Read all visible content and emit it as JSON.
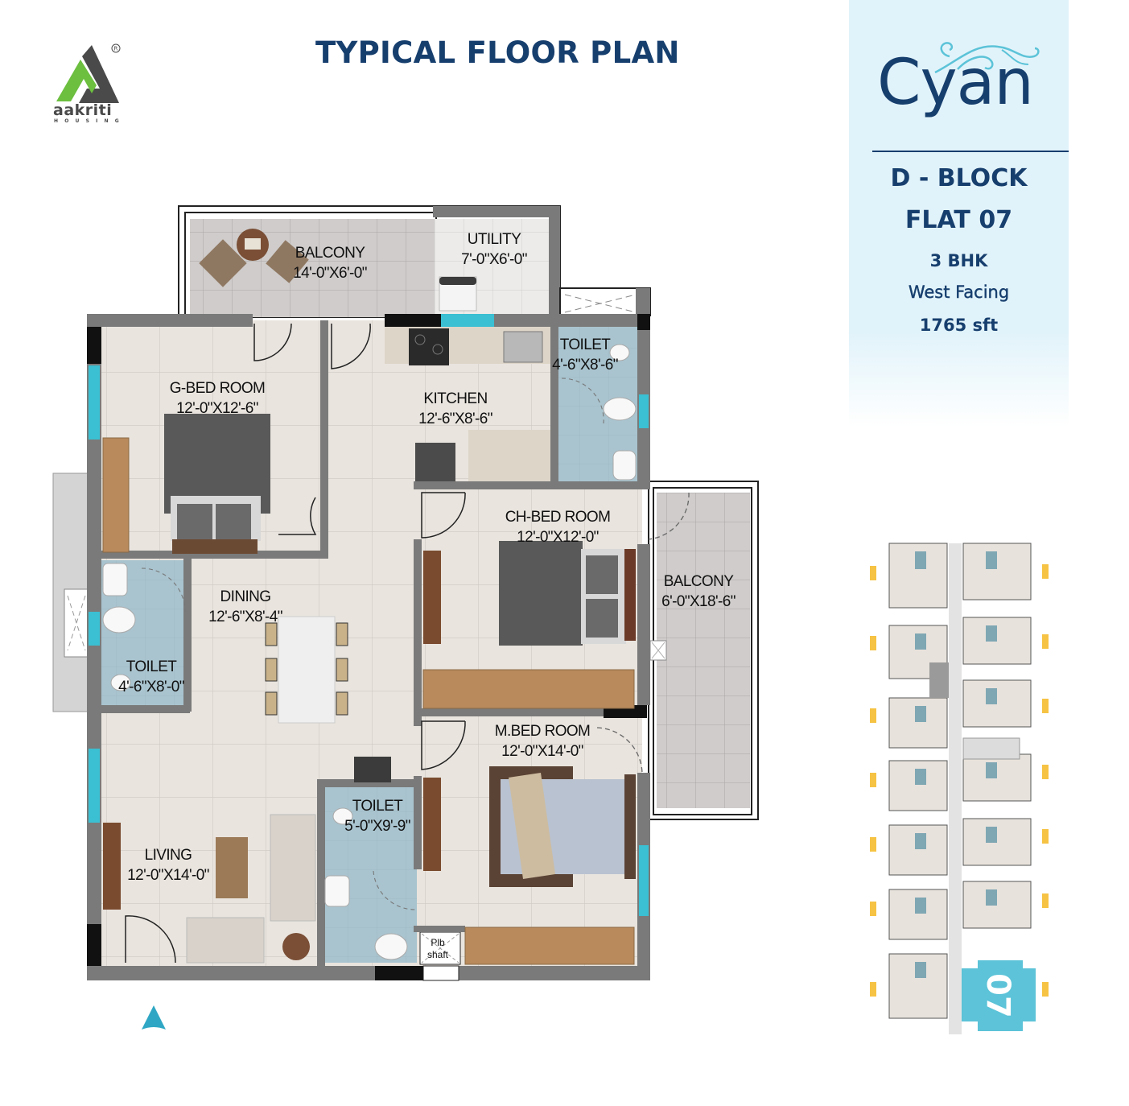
{
  "header": {
    "title": "TYPICAL FLOOR PLAN",
    "logo": {
      "name": "aakriti",
      "subtitle": "HOUSING",
      "registered": "®",
      "colors": {
        "green": "#6cbf3f",
        "gray": "#4a4a4a"
      }
    }
  },
  "info_panel": {
    "brand": "Cyan",
    "block": "D - BLOCK",
    "flat": "FLAT 07",
    "type": "3 BHK",
    "facing": "West Facing",
    "area": "1765 sft",
    "colors": {
      "navy": "#173f6e",
      "panel_bg": "#e1f3fa",
      "swirl": "#5cc3d8"
    }
  },
  "rooms": [
    {
      "id": "balcony-top",
      "name": "BALCONY",
      "size": "14'-0\"X6'-0\""
    },
    {
      "id": "utility",
      "name": "UTILITY",
      "size": "7'-0\"X6'-0\""
    },
    {
      "id": "g-bedroom",
      "name": "G-BED ROOM",
      "size": "12'-0\"X12'-6\""
    },
    {
      "id": "kitchen",
      "name": "KITCHEN",
      "size": "12'-6\"X8'-6\""
    },
    {
      "id": "toilet-1",
      "name": "TOILET",
      "size": "4'-6\"X8'-6\""
    },
    {
      "id": "ch-bedroom",
      "name": "CH-BED ROOM",
      "size": "12'-0\"X12'-0\""
    },
    {
      "id": "balcony-right",
      "name": "BALCONY",
      "size": "6'-0\"X18'-6\""
    },
    {
      "id": "dining",
      "name": "DINING",
      "size": "12'-6\"X8'-4\""
    },
    {
      "id": "toilet-2",
      "name": "TOILET",
      "size": "4'-6\"X8'-0\""
    },
    {
      "id": "m-bedroom",
      "name": "M.BED ROOM",
      "size": "12'-0\"X14'-0\""
    },
    {
      "id": "toilet-3",
      "name": "TOILET",
      "size": "5'-0\"X9'-9\""
    },
    {
      "id": "living",
      "name": "LIVING",
      "size": "12'-0\"X14'-0\""
    },
    {
      "id": "plb-shaft",
      "name": "Plb",
      "size": "shaft"
    }
  ],
  "key_plan": {
    "highlight": "07",
    "highlight_color": "#5cc3d8"
  },
  "north_arrow": {
    "icon": "north-arrow-icon",
    "color": "#2fa7c4"
  },
  "palette": {
    "floor": "#e9e4de",
    "tile_line": "#cfc9c2",
    "wet": "#a9c4cf",
    "balcony": "#cfcccb",
    "wall": "#7a7a7a",
    "wall_dark": "#111111",
    "window": "#3bbfd2",
    "wood": "#8b5a3c"
  }
}
